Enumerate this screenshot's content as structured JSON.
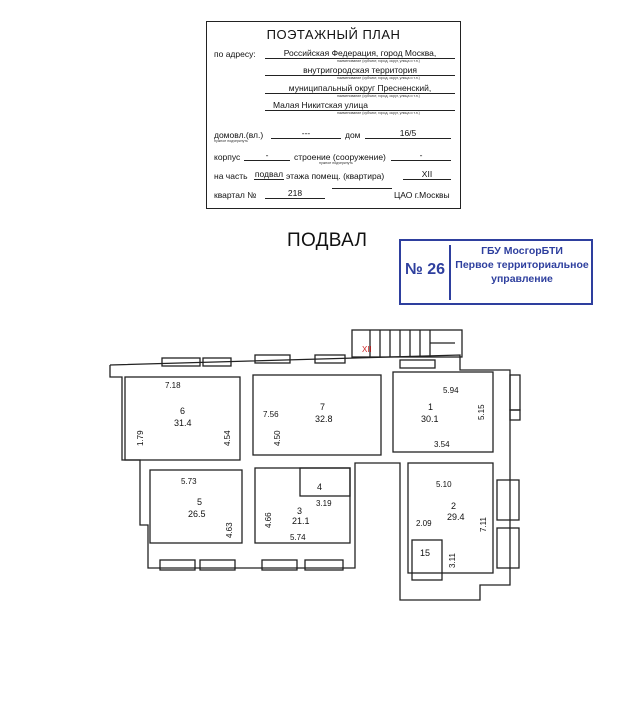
{
  "form": {
    "title": "ПОЭТАЖНЫЙ ПЛАН",
    "address_label": "по адресу:",
    "address_line1": "Российская Федерация, город Москва,",
    "address_line2": "внутригородская территория",
    "address_line3": "муниципальный округ Пресненский,",
    "address_line4": "Малая Никитская улица",
    "hint": "наименование (субъект, город, округ, улица и т.п.)",
    "hint_needed": "нужное подчеркнуть",
    "domovl_label": "домовл.(вл.)",
    "domovl_value": "---",
    "dom_label": "дом",
    "dom_value": "16/5",
    "korpus_label": "корпус",
    "korpus_value": "-",
    "stroenie_label": "строение (сооружение)",
    "stroenie_value": "-",
    "part_label": "на часть",
    "part_value": "подвал",
    "part_text": "этажа помещ. (квартира)",
    "part_room": "XII",
    "kvartal_label": "квартал №",
    "kvartal_value": "218",
    "kvartal_org": "ЦАО г.Москвы"
  },
  "basement_title": "ПОДВАЛ",
  "stamp": {
    "number": "№ 26",
    "org_line1": "ГБУ МосгорБТИ",
    "org_line2": "Первое территориальное",
    "org_line3": "управление",
    "color": "#2e3f9e"
  },
  "plan": {
    "stair_label": "XII",
    "rooms": {
      "r6": {
        "num": "6",
        "area": "31.4",
        "dim_top": "7.18",
        "dim_left": "1.79",
        "dim_right": "4.54"
      },
      "r7": {
        "num": "7",
        "area": "32.8",
        "dim_left": "7.56",
        "dim_mid": "4.50"
      },
      "r1": {
        "num": "1",
        "area": "30.1",
        "dim_top": "5.94",
        "dim_right": "5.15",
        "dim_bottom": "3.54"
      },
      "r5": {
        "num": "5",
        "area": "26.5",
        "dim_top": "5.73",
        "dim_right": "4.63"
      },
      "r4": {
        "num": "4",
        "dim_bottom": "3.19"
      },
      "r3": {
        "num": "3",
        "area": "21.1",
        "dim_left": "4.66",
        "dim_bottom": "5.74"
      },
      "r2": {
        "num": "2",
        "area": "29.4",
        "dim_top": "5.10",
        "dim_left": "2.09",
        "dim_right": "7.11"
      },
      "r15": {
        "num": "15",
        "dim_right": "3.11"
      }
    }
  }
}
